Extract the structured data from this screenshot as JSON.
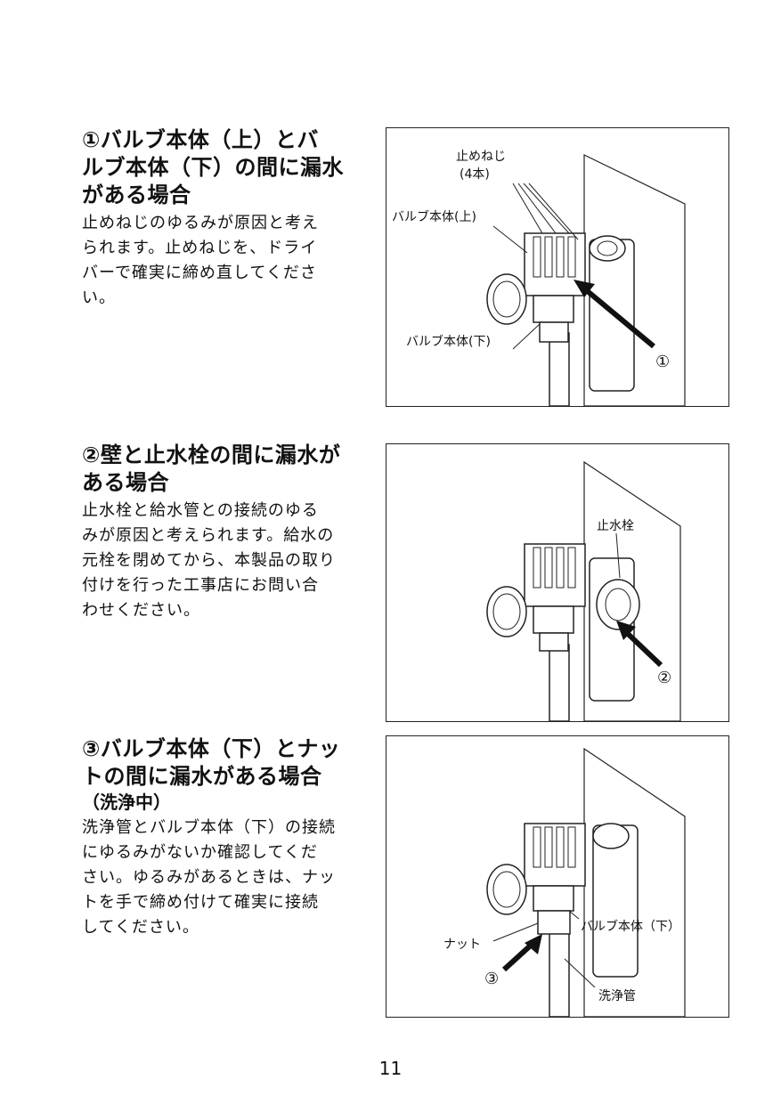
{
  "sections": [
    {
      "heading_lines": [
        "①バルブ本体（上）とバ",
        "ルブ本体（下）の間に漏水",
        "がある場合"
      ],
      "subheading": "",
      "body_lines": [
        "止めねじのゆるみが原因と考え",
        "られます。止めねじを、ドライ",
        "バーで確実に締め直してくださ",
        "い。"
      ],
      "figure": {
        "labels": {
          "screws": "止めねじ",
          "screws_count": "(4本)",
          "valve_upper": "バルブ本体(上)",
          "valve_lower": "バルブ本体(下)",
          "marker": "①"
        }
      }
    },
    {
      "heading_lines": [
        "②壁と止水栓の間に漏水が",
        "ある場合"
      ],
      "subheading": "",
      "body_lines": [
        "止水栓と給水管との接続のゆる",
        "みが原因と考えられます。給水の",
        "元栓を閉めてから、本製品の取り",
        "付けを行った工事店にお問い合",
        "わせください。"
      ],
      "figure": {
        "labels": {
          "stop_valve": "止水栓",
          "marker": "②"
        }
      }
    },
    {
      "heading_lines": [
        "③バルブ本体（下）とナッ",
        "トの間に漏水がある場合"
      ],
      "subheading": "（洗浄中）",
      "body_lines": [
        "洗浄管とバルブ本体（下）の接続",
        "にゆるみがないか確認してくだ",
        "さい。ゆるみがあるときは、ナッ",
        "トを手で締め付けて確実に接続",
        "してください。"
      ],
      "figure": {
        "labels": {
          "valve_lower": "バルブ本体（下）",
          "nut": "ナット",
          "flush_pipe": "洗浄管",
          "marker": "③"
        }
      }
    }
  ],
  "page_number": "11"
}
